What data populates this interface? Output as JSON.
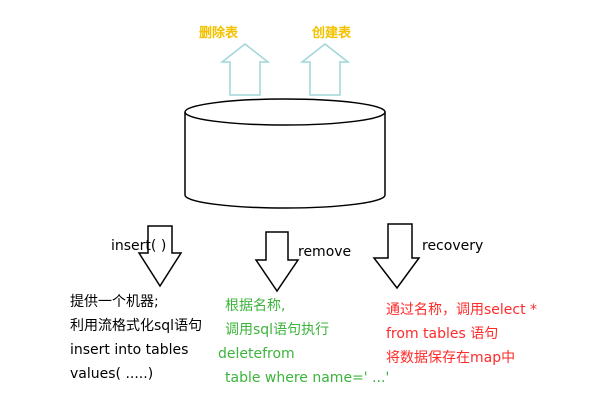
{
  "colors": {
    "top_label": "#f2c200",
    "up_arrow_stroke": "#9fd6d8",
    "outline": "#000000",
    "insert_text": "#000000",
    "remove_text": "#3cb43c",
    "recovery_text": "#ff2a2a"
  },
  "top_labels": {
    "delete_table": "删除表",
    "create_table": "创建表"
  },
  "operations": {
    "insert": "insert( )",
    "remove": "remove",
    "recovery": "recovery"
  },
  "notes": {
    "insert": [
      "提供一个机器;",
      "利用流格式化sql语句",
      "insert into tables",
      "values( .....)"
    ],
    "remove": [
      "根据名称,",
      "调用sql语句执行",
      "deletefrom",
      "table where name=' ...'"
    ],
    "recovery": [
      "通过名称，调用select *",
      "from tables 语句",
      "将数据保存在map中"
    ]
  }
}
